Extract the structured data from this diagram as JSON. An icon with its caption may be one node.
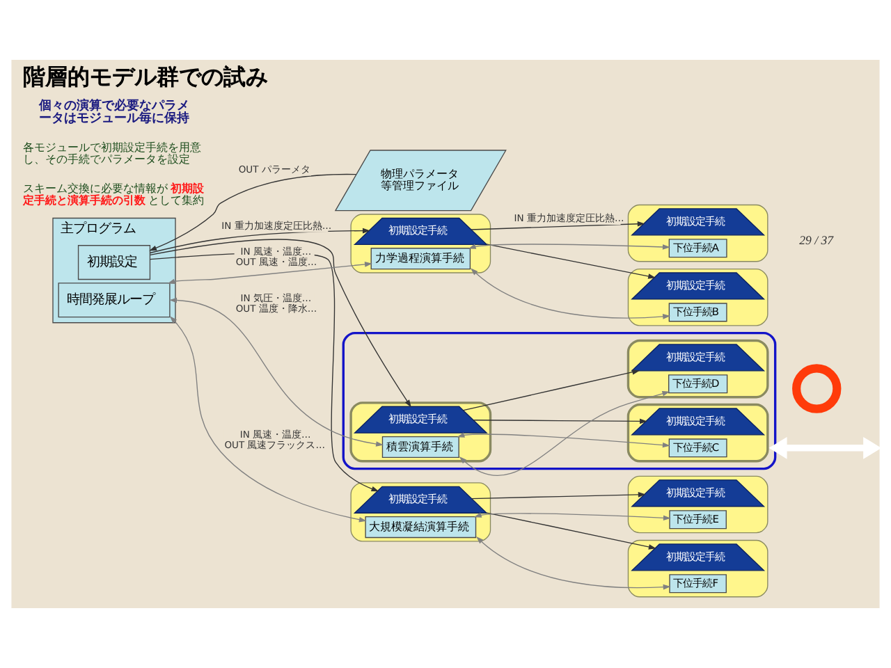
{
  "diagram": {
    "title": "階層的モデル群での試み",
    "nodes": [
      {
        "text": [
          "主プログラム"
        ]
      },
      {
        "text": [
          "初期設定"
        ],
        "in": 0
      },
      {
        "text": [
          "時間発展ループ"
        ],
        "in": 0
      },
      {
        "text": [
          "物理パラメータ等管理ファイル"
        ]
      },
      {
        "text": [],
        "shape": "box"
      },
      {
        "text": [
          "初期設定手続"
        ],
        "in": 4
      },
      {
        "text": [
          "力学過程演算手続"
        ],
        "in": 4
      },
      {
        "text": [],
        "shape": "ellipse"
      },
      {
        "text": [],
        "shape": "box",
        "in": 7
      },
      {
        "text": [
          "初期設定手続"
        ],
        "in": 8
      },
      {
        "text": [
          "積雲演算手続"
        ],
        "in": 8
      },
      {
        "text": [],
        "shape": "box"
      },
      {
        "text": [
          "初期設定手続"
        ],
        "in": 11
      },
      {
        "text": [
          "大規模凝結演算手続"
        ],
        "in": 11
      },
      {
        "text": [],
        "shape": "box"
      },
      {
        "text": [
          "初期設定手続"
        ],
        "in": 14
      },
      {
        "text": [
          "下位手続A"
        ],
        "in": 14
      },
      {
        "text": [],
        "shape": "box"
      },
      {
        "text": [
          "初期設定手続"
        ],
        "in": 17
      },
      {
        "text": [
          "下位手続B"
        ],
        "in": 17
      },
      {
        "text": [],
        "shape": "box",
        "in": 7
      },
      {
        "text": [
          "初期設定手続"
        ],
        "in": 20
      },
      {
        "text": [
          "下位手続C"
        ],
        "in": 20
      },
      {
        "text": [],
        "shape": "box",
        "in": 7
      },
      {
        "text": [
          "初期設定手続"
        ],
        "in": 23
      },
      {
        "text": [
          "下位手続D"
        ],
        "in": 23
      },
      {
        "text": [],
        "shape": "box"
      },
      {
        "text": [
          "初期設定手続"
        ],
        "in": 26
      },
      {
        "text": [
          "下位手続E"
        ],
        "in": 26
      },
      {
        "text": [],
        "shape": "box"
      },
      {
        "text": [
          "初期設定手続"
        ],
        "in": 29
      },
      {
        "text": [
          "下位手続F"
        ],
        "in": 29
      },
      {
        "text": [],
        "shape": "circle"
      }
    ],
    "edges": [
      {
        "from": 3,
        "to": 1,
        "arrow": "to",
        "label": "OUT パラーメタ"
      },
      {
        "from": 1,
        "to": 5,
        "arrow": "to",
        "label": "IN 重力加速度定圧比熱…"
      },
      {
        "from": 2,
        "to": 6,
        "arrow": "both",
        "color": "#808080",
        "label": "IN 風速・温度… OUT 風速・温度…"
      },
      {
        "from": 5,
        "to": 15,
        "arrow": "to",
        "label": "IN 重力加速度定圧比熱…"
      },
      {
        "from": 5,
        "to": 18,
        "arrow": "to"
      },
      {
        "from": 6,
        "to": 16,
        "arrow": "both",
        "color": "#808080"
      },
      {
        "from": 6,
        "to": 19,
        "arrow": "both",
        "color": "#808080"
      },
      {
        "from": 1,
        "to": 9,
        "arrow": "to"
      },
      {
        "from": 2,
        "to": 10,
        "arrow": "both",
        "color": "#808080",
        "label": "IN 気圧・温度… OUT 温度・降水…"
      },
      {
        "from": 9,
        "to": 21,
        "arrow": "to"
      },
      {
        "from": 9,
        "to": 24,
        "arrow": "to"
      },
      {
        "from": 10,
        "to": 22,
        "arrow": "both",
        "color": "#808080"
      },
      {
        "from": 10,
        "to": 25,
        "arrow": "both",
        "color": "#808080"
      },
      {
        "from": 1,
        "to": 12,
        "arrow": "to"
      },
      {
        "from": 2,
        "to": 13,
        "arrow": "both",
        "color": "#808080",
        "label": "IN 風速・温度… OUT 風速フラックス…"
      },
      {
        "from": 12,
        "to": 27,
        "arrow": "to"
      },
      {
        "from": 12,
        "to": 30,
        "arrow": "to"
      },
      {
        "from": 13,
        "to": 28,
        "arrow": "both",
        "color": "#808080"
      },
      {
        "from": 13,
        "to": 31,
        "arrow": "both",
        "color": "#808080"
      },
      {
        "from": 7,
        "to": null,
        "arrow": "both",
        "style": "thick",
        "color": "#ffffff"
      }
    ],
    "labels": [
      "29 / 37",
      "個々の演算で必要なパラメータはモジュール毎に保持",
      "各モジュールで初期設定手続を用意し、その手続でパラメータを設定",
      "スキーム交換に必要な情報が**初期設定手続と演算手続の引数**として集約"
    ]
  }
}
